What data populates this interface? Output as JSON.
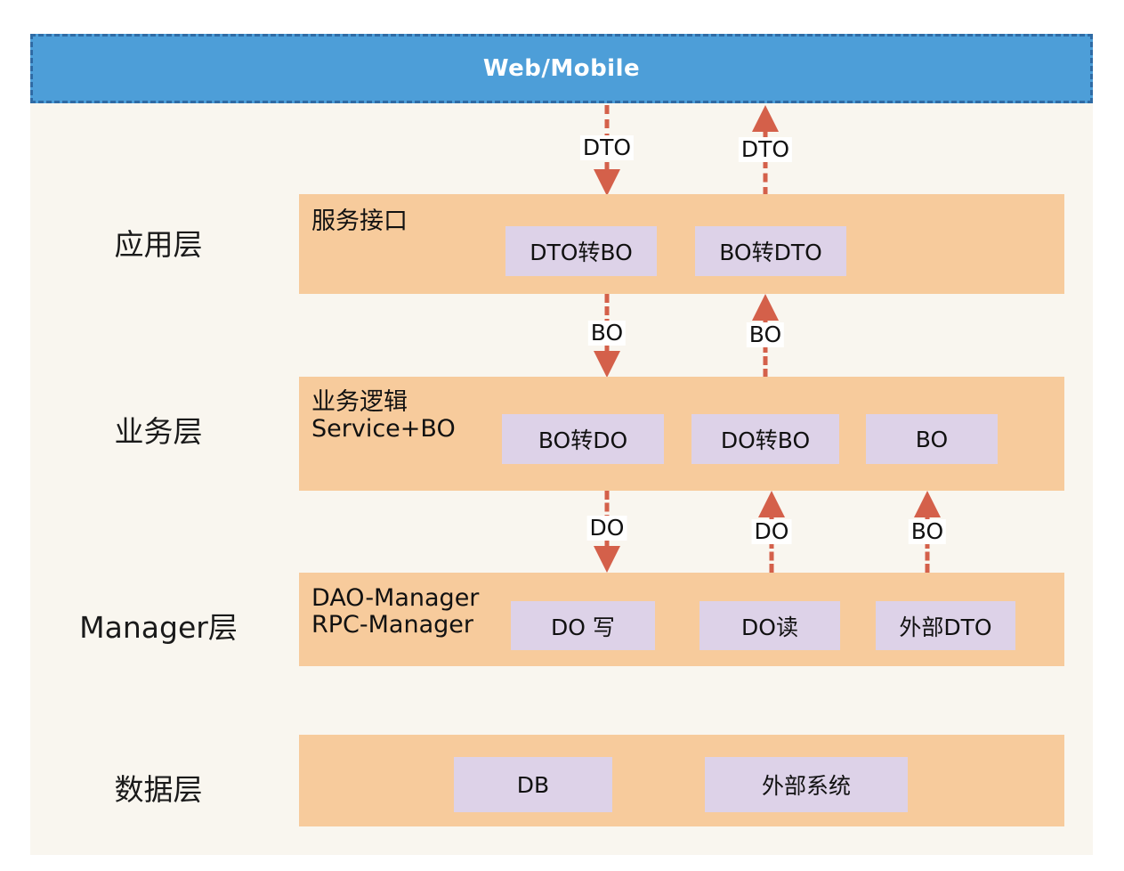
{
  "diagram": {
    "title_bar": {
      "label": "Web/Mobile",
      "fill": "#4d9ed8",
      "border": "#2f6ba5",
      "text_color": "#ffffff"
    },
    "palette": {
      "page_background": "#f9f6ef",
      "band_fill": "#f7cb9c",
      "chip_fill": "#ddd2e8",
      "arrow_color": "#d4604a",
      "text_color": "#111111"
    },
    "layers": [
      {
        "name": "应用层",
        "band_title": "服务接口",
        "chips": [
          "DTO转BO",
          "BO转DTO"
        ]
      },
      {
        "name": "业务层",
        "band_title": "业务逻辑\nService+BO",
        "chips": [
          "BO转DO",
          "DO转BO",
          "BO"
        ]
      },
      {
        "name": "Manager层",
        "band_title": "DAO-Manager\nRPC-Manager",
        "chips": [
          "DO 写",
          "DO读",
          "外部DTO"
        ]
      },
      {
        "name": "数据层",
        "band_title": "",
        "chips": [
          "DB",
          "外部系统"
        ]
      }
    ],
    "connectors": [
      {
        "label": "DTO",
        "direction": "down"
      },
      {
        "label": "DTO",
        "direction": "up"
      },
      {
        "label": "BO",
        "direction": "down"
      },
      {
        "label": "BO",
        "direction": "up"
      },
      {
        "label": "DO",
        "direction": "down"
      },
      {
        "label": "DO",
        "direction": "up"
      },
      {
        "label": "BO",
        "direction": "up"
      }
    ]
  }
}
